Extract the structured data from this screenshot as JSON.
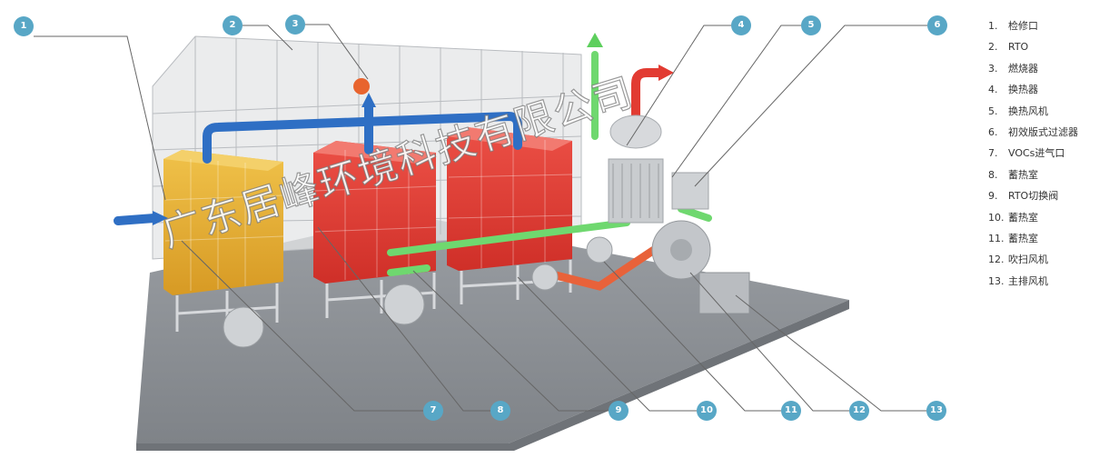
{
  "watermark": "广东居峰环境科技有限公司",
  "badge_color": "#58a7c6",
  "legend": [
    {
      "num": "1.",
      "label": "检修口"
    },
    {
      "num": "2.",
      "label": "RTO"
    },
    {
      "num": "3.",
      "label": "燃烧器"
    },
    {
      "num": "4.",
      "label": "换热器"
    },
    {
      "num": "5.",
      "label": "换热风机"
    },
    {
      "num": "6.",
      "label": "初效版式过滤器"
    },
    {
      "num": "7.",
      "label": "VOCs进气口"
    },
    {
      "num": "8.",
      "label": "蓄热室"
    },
    {
      "num": "9.",
      "label": "RTO切换阀"
    },
    {
      "num": "10.",
      "label": "蓄热室"
    },
    {
      "num": "11.",
      "label": "蓄热室"
    },
    {
      "num": "12.",
      "label": "吹扫风机"
    },
    {
      "num": "13.",
      "label": "主排风机"
    }
  ],
  "callouts": [
    {
      "label": "1"
    },
    {
      "label": "2"
    },
    {
      "label": "3"
    },
    {
      "label": "4"
    },
    {
      "label": "5"
    },
    {
      "label": "6"
    },
    {
      "label": "7"
    },
    {
      "label": "8"
    },
    {
      "label": "9"
    },
    {
      "label": "10"
    },
    {
      "label": "11"
    },
    {
      "label": "12"
    },
    {
      "label": "13"
    }
  ],
  "colors": {
    "base": "#8d9196",
    "enclosure": "#e2e3e5",
    "chamber_yellow": "#e8b33a",
    "chamber_red": "#e33f36",
    "duct_blue": "#2f6fc4",
    "duct_green": "#6fd86f",
    "duct_red": "#e23b32",
    "duct_orange": "#e8623a",
    "machinery": "#c9cccf"
  }
}
